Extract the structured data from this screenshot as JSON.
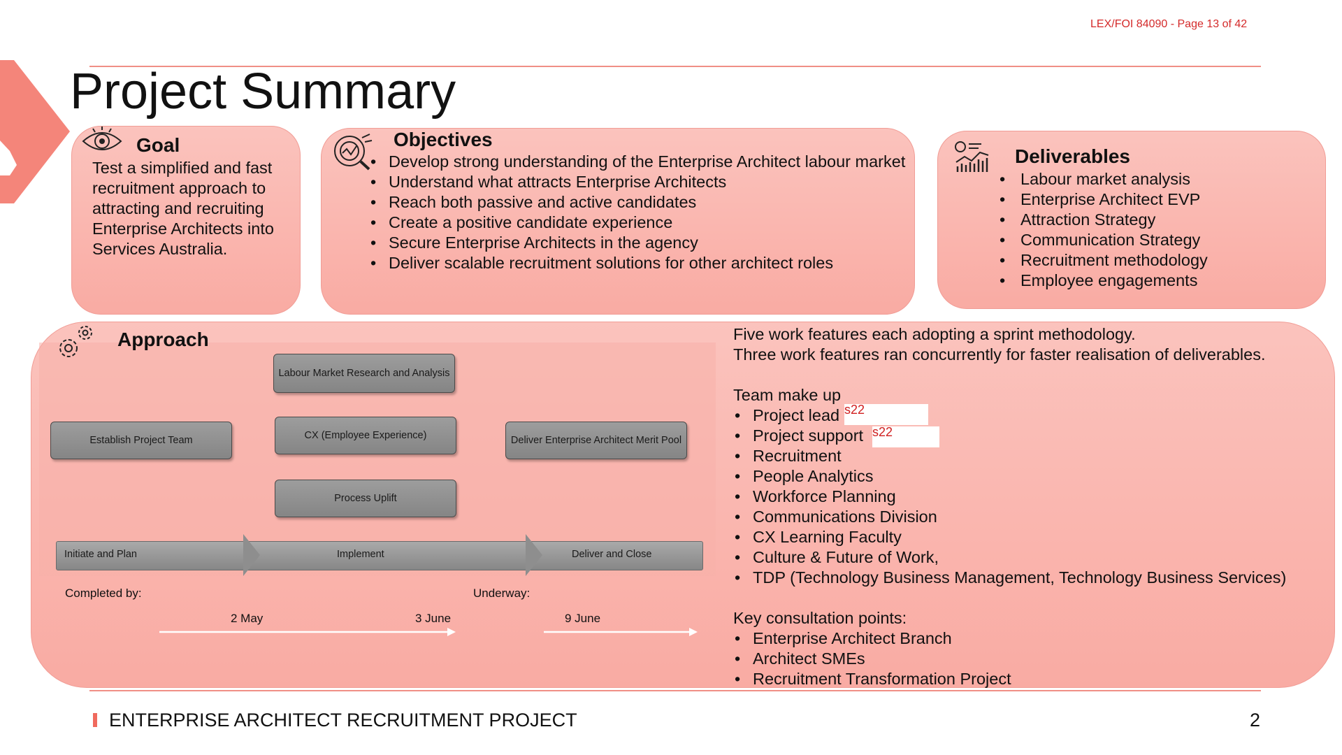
{
  "header": {
    "ref": "LEX/FOI 84090 - Page 13 of 42"
  },
  "page_title": "Project Summary",
  "goal": {
    "title": "Goal",
    "text": "Test a simplified and fast recruitment approach to attracting and recruiting Enterprise Architects into Services Australia."
  },
  "objectives": {
    "title": "Objectives",
    "items": [
      "Develop strong understanding of the Enterprise Architect labour market",
      "Understand what attracts Enterprise Architects",
      "Reach both passive and active candidates",
      "Create a positive candidate experience",
      "Secure Enterprise Architects in the agency",
      "Deliver scalable recruitment solutions for other architect roles"
    ]
  },
  "deliverables": {
    "title": "Deliverables",
    "items": [
      "Labour market analysis",
      "Enterprise Architect EVP",
      "Attraction Strategy",
      "Communication Strategy",
      "Recruitment methodology",
      "Employee engagements"
    ]
  },
  "approach": {
    "title": "Approach",
    "boxes": {
      "establish": "Establish Project Team",
      "labour": "Labour Market Research and Analysis",
      "cx": "CX (Employee Experience)",
      "process": "Process Uplift",
      "deliver": "Deliver Enterprise Architect Merit Pool"
    },
    "phases": [
      "Initiate and Plan",
      "Implement",
      "Deliver and Close"
    ],
    "completed_label": "Completed by:",
    "underway_label": "Underway:",
    "dates": [
      "2 May",
      "3 June",
      "9 June"
    ]
  },
  "details": {
    "intro1": "Five work features each adopting a sprint methodology.",
    "intro2": "Three work features ran concurrently for faster realisation of deliverables.",
    "team_title": "Team make up",
    "team": [
      "Project lead",
      "Project support",
      "Recruitment",
      "People Analytics",
      "Workforce Planning",
      "Communications Division",
      "CX Learning Faculty",
      "Culture & Future of Work,",
      "TDP (Technology Business Management, Technology Business Services)"
    ],
    "redaction_tag": "s22",
    "consult_title": "Key consultation points:",
    "consult": [
      "Enterprise Architect Branch",
      "Architect SMEs",
      "Recruitment Transformation Project"
    ]
  },
  "footer": {
    "text": "ENTERPRISE ARCHITECT RECRUITMENT PROJECT",
    "page_number": "2"
  },
  "colors": {
    "accent": "#f06a5e",
    "panel": "#f9aba3",
    "header_red": "#d42a2a",
    "box_grey": "#8f8f8f"
  },
  "icons": [
    "eye-icon",
    "target-search-icon",
    "chart-icon",
    "gears-icon",
    "chevron-arrow-icon"
  ]
}
